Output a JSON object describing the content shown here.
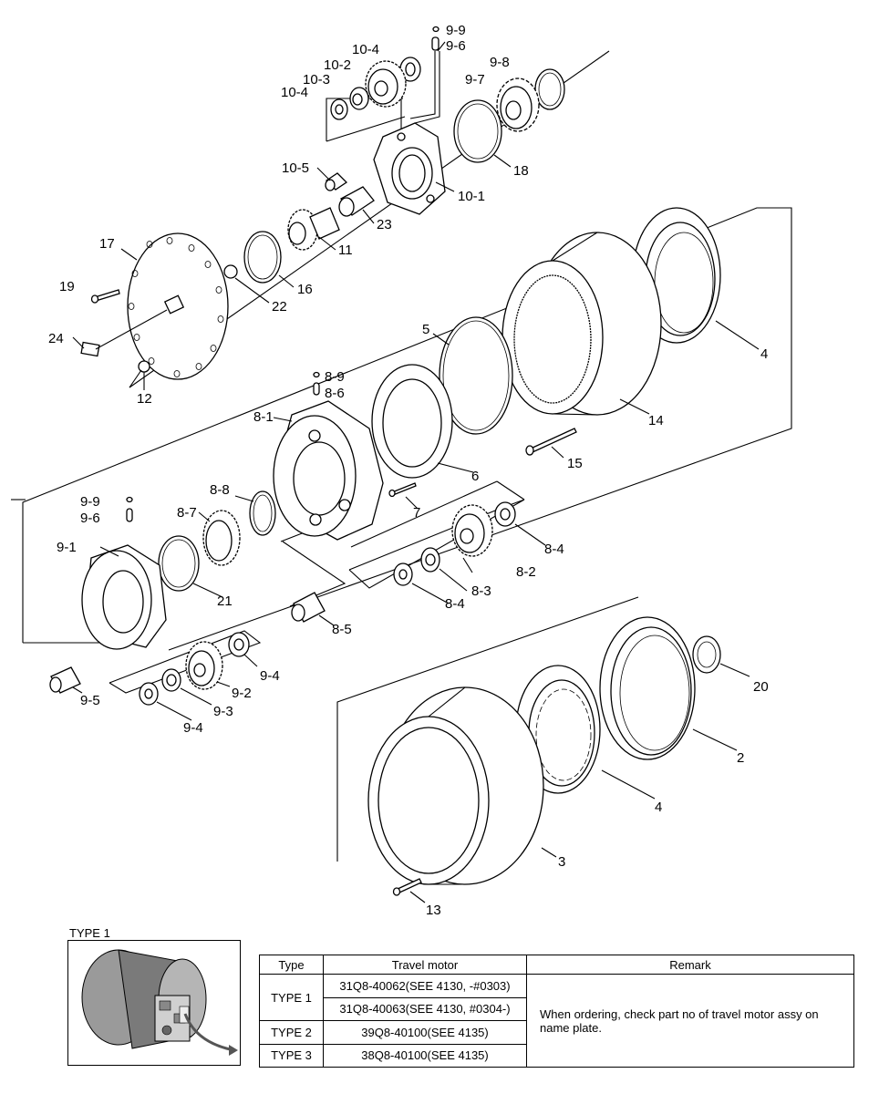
{
  "labels": {
    "l99a": "9-9",
    "l96a": "9-6",
    "l104a": "10-4",
    "l102": "10-2",
    "l103": "10-3",
    "l104b": "10-4",
    "l98a": "9-8",
    "l97a": "9-7",
    "l105": "10-5",
    "l101": "10-1",
    "l18": "18",
    "l23": "23",
    "l11": "11",
    "l17": "17",
    "l19": "19",
    "l16": "16",
    "l22": "22",
    "l24": "24",
    "l12": "12",
    "l5": "5",
    "l4a": "4",
    "l14": "14",
    "l15": "15",
    "l89": "8-9",
    "l86": "8-6",
    "l81": "8-1",
    "l6": "6",
    "l7": "7",
    "l88": "8-8",
    "l87": "8-7",
    "l99b": "9-9",
    "l96b": "9-6",
    "l91": "9-1",
    "l21": "21",
    "l82": "8-2",
    "l84a": "8-4",
    "l83": "8-3",
    "l84b": "8-4",
    "l85": "8-5",
    "l94a": "9-4",
    "l92": "9-2",
    "l93": "9-3",
    "l94b": "9-4",
    "l95": "9-5",
    "l20": "20",
    "l2": "2",
    "l4b": "4",
    "l3": "3",
    "l13": "13"
  },
  "type_label": "TYPE 1",
  "table": {
    "headers": [
      "Type",
      "Travel motor",
      "Remark"
    ],
    "rows": [
      {
        "type": "TYPE 1",
        "motor": "31Q8-40062(SEE 4130, -#0303)"
      },
      {
        "type": "",
        "motor": "31Q8-40063(SEE 4130, #0304-)"
      },
      {
        "type": "TYPE 2",
        "motor": "39Q8-40100(SEE 4135)"
      },
      {
        "type": "TYPE 3",
        "motor": "38Q8-40100(SEE 4135)"
      }
    ],
    "remark": "When ordering, check part no of travel motor assy on name plate."
  }
}
